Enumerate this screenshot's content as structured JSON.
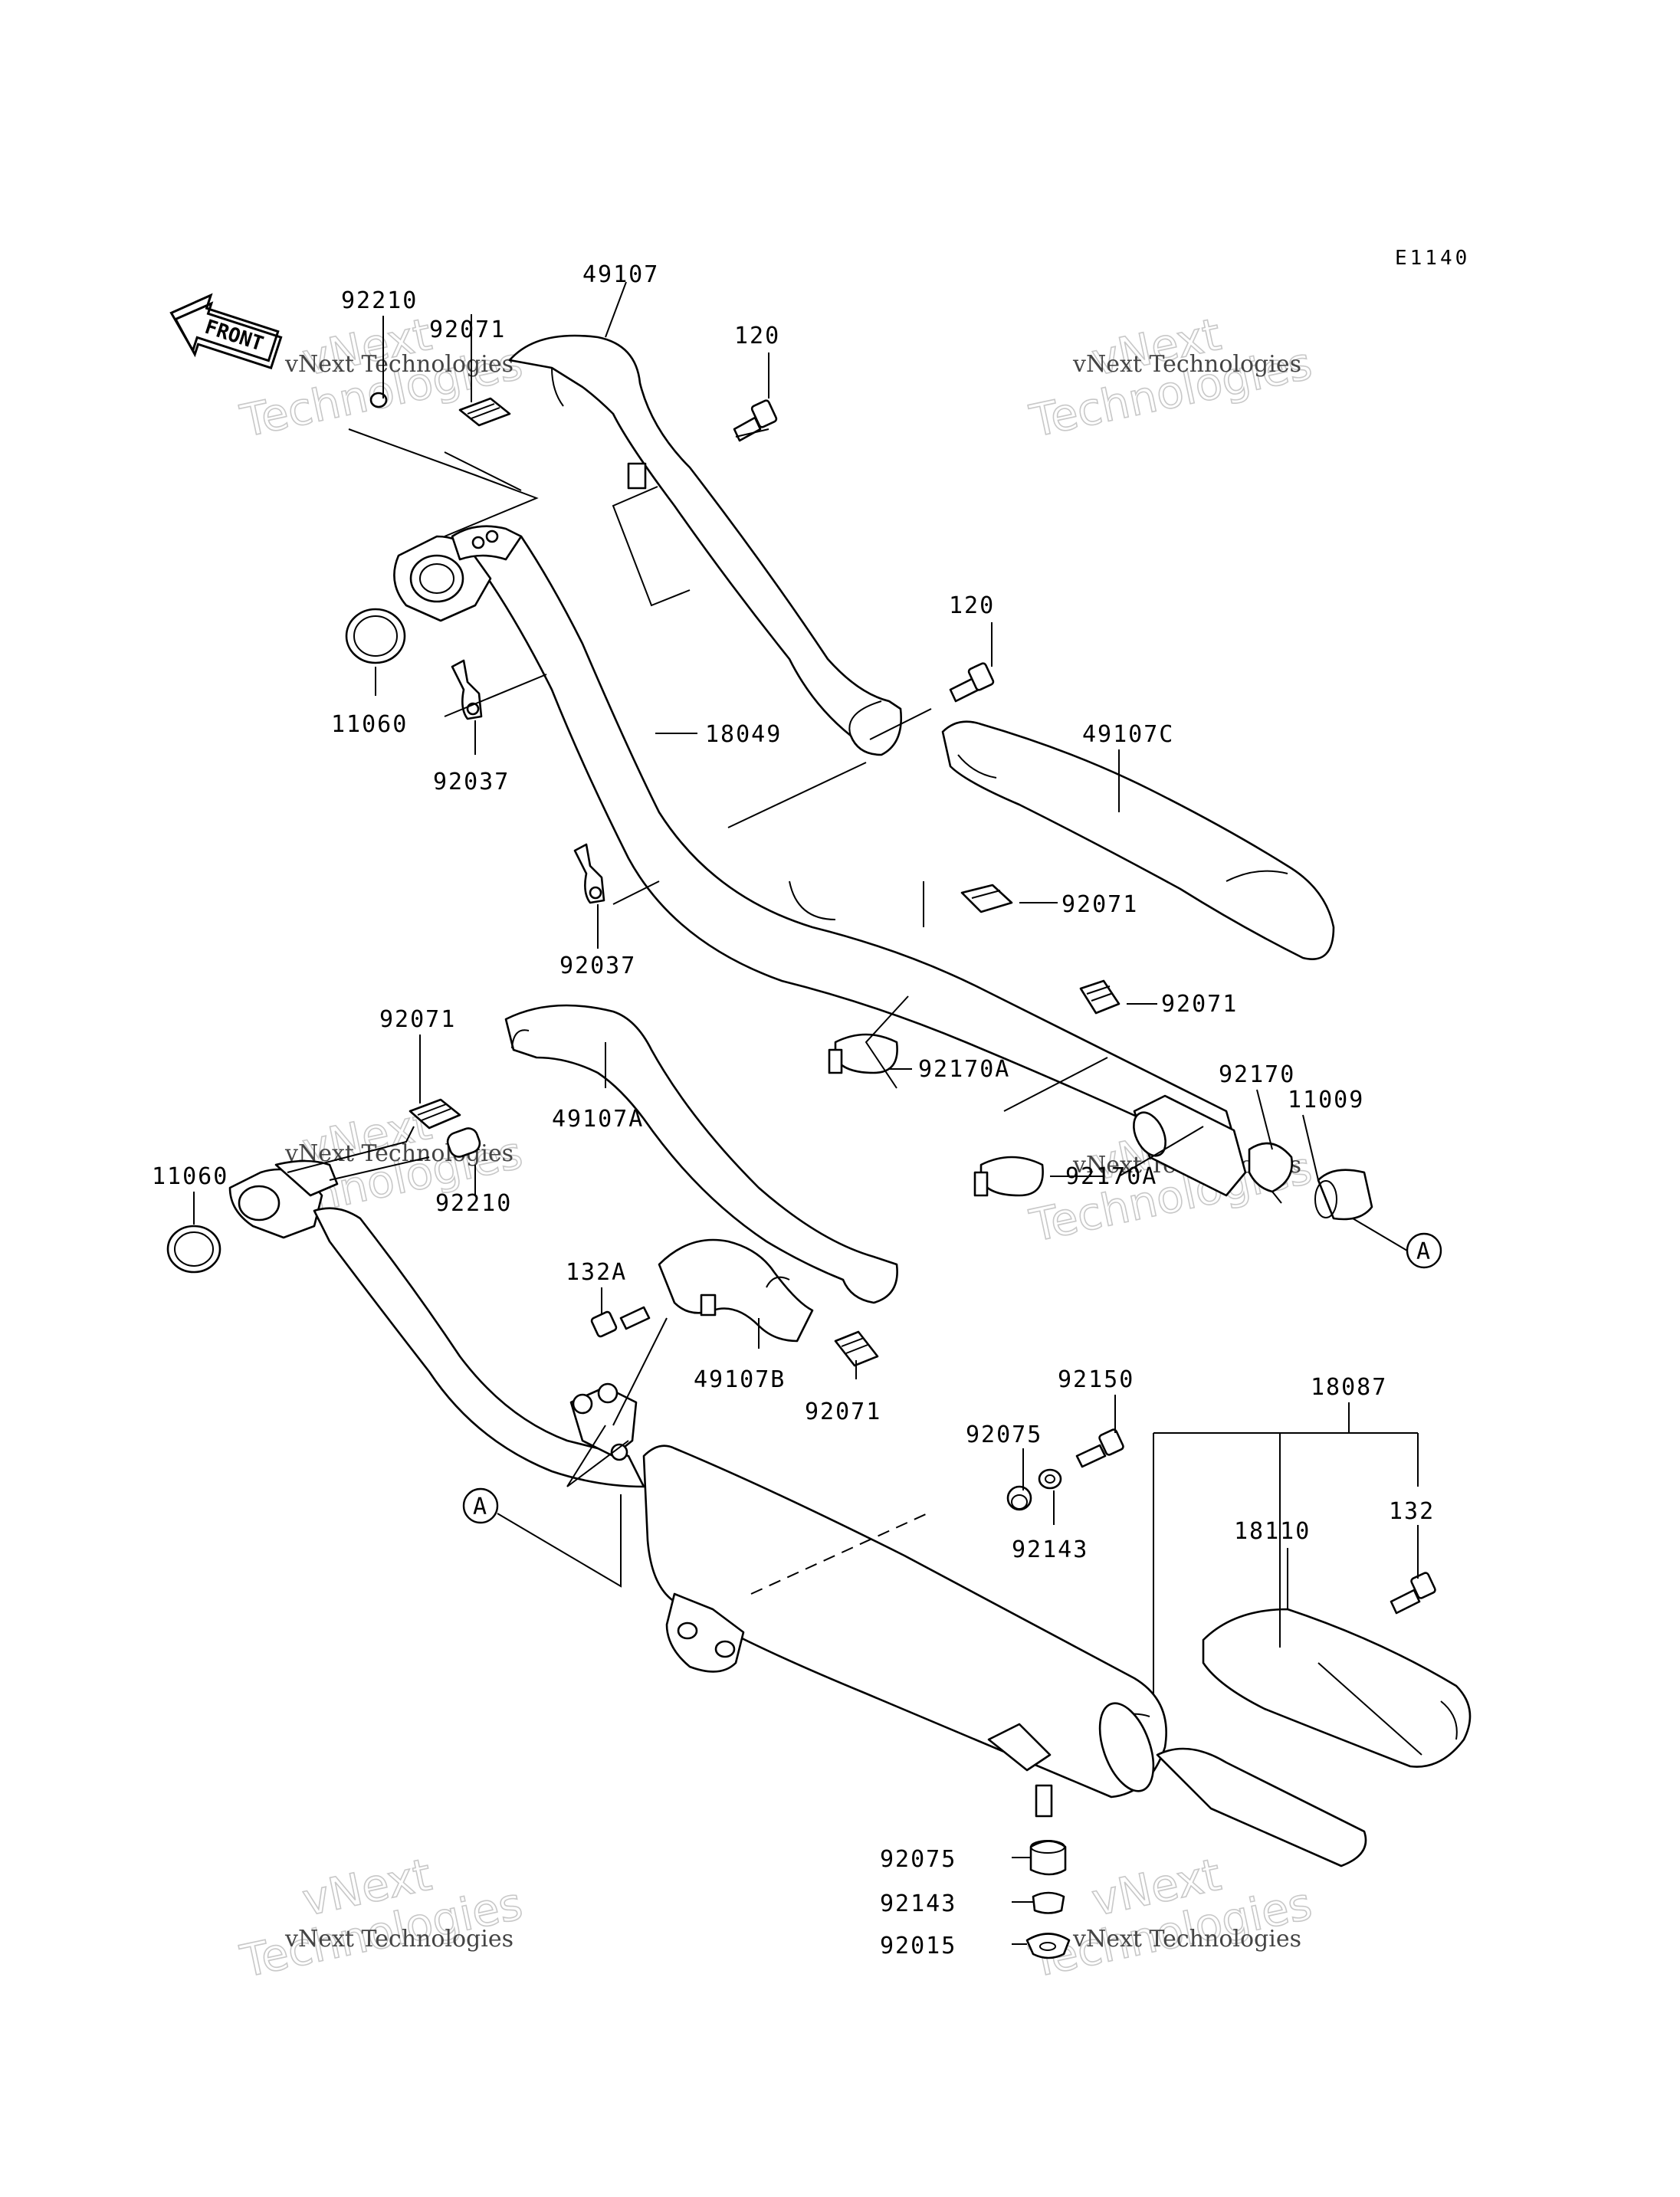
{
  "diagram_code": "E1140",
  "front_label": "FRONT",
  "watermark": {
    "company": "vNext Technologies",
    "brand_line1": "vNext",
    "brand_line2": "Technologies"
  },
  "callouts": {
    "c92210_top": "92210",
    "c92071_top": "92071",
    "c49107": "49107",
    "c120_top": "120",
    "c120_mid": "120",
    "c11060_top": "11060",
    "c92037_top": "92037",
    "c18049": "18049",
    "c49107C": "49107C",
    "c92037_mid": "92037",
    "c92071_mid1": "92071",
    "c92071_mid2": "92071",
    "c92071_left": "92071",
    "c49107A": "49107A",
    "c92170A_1": "92170A",
    "c92170": "92170",
    "c11009": "11009",
    "c92170A_2": "92170A",
    "c11060_left": "11060",
    "c92210_mid": "92210",
    "refA_right": "A",
    "c132A": "132A",
    "c49107B": "49107B",
    "c92071_low": "92071",
    "c92150": "92150",
    "c18087": "18087",
    "c92075_top": "92075",
    "c132": "132",
    "c18110": "18110",
    "refA_left": "A",
    "c92143_top": "92143",
    "c92075_low": "92075",
    "c92143_low": "92143",
    "c92015": "92015"
  }
}
